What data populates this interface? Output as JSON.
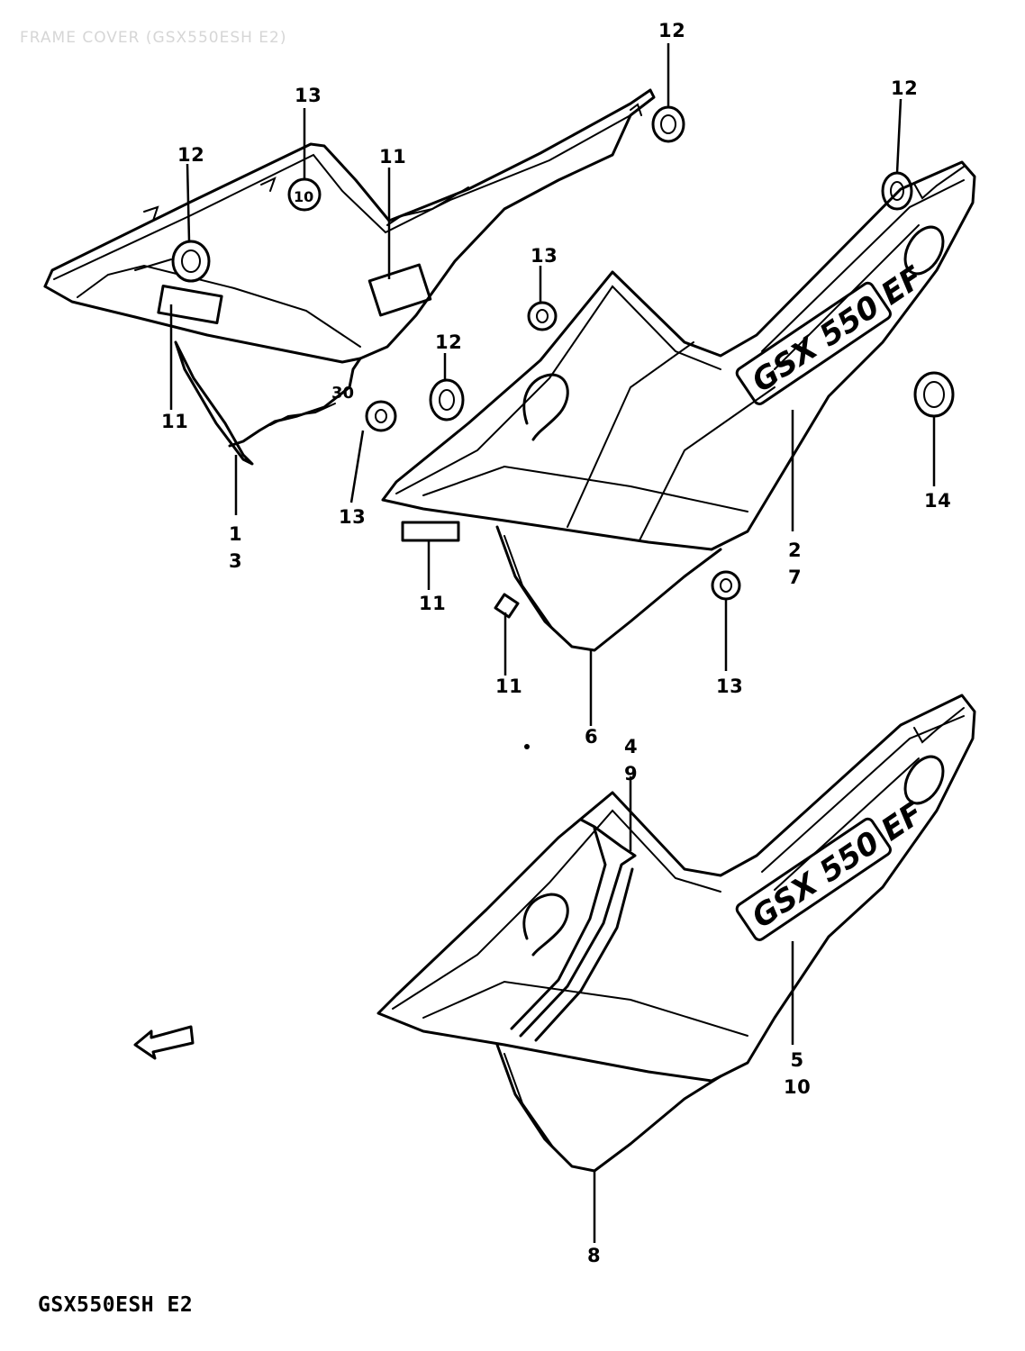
{
  "header_faded": "FRAME COVER (GSX550ESH E2)",
  "model_code": "GSX550ESH E2",
  "arrow_label": "FWD",
  "callouts": {
    "c12_top": "12",
    "c13_top": "13",
    "c12_topright": "12",
    "c12_left": "12",
    "c11_left_upper": "11",
    "c13_mid": "13",
    "c12_mid": "12",
    "c14": "14",
    "c11_left_lower": "11",
    "c1": "1",
    "c3": "3",
    "c13_lower_left": "13",
    "c2": "2",
    "c7": "7",
    "c11_mid_a": "11",
    "c11_mid_b": "11",
    "c13_lower_right": "13",
    "c6": "6",
    "c4": "4",
    "c9": "9",
    "c5": "5",
    "c10": "10",
    "c8": "8"
  },
  "decal": {
    "upper": "GSX 550 EF",
    "lower": "GSX 550 EF"
  }
}
